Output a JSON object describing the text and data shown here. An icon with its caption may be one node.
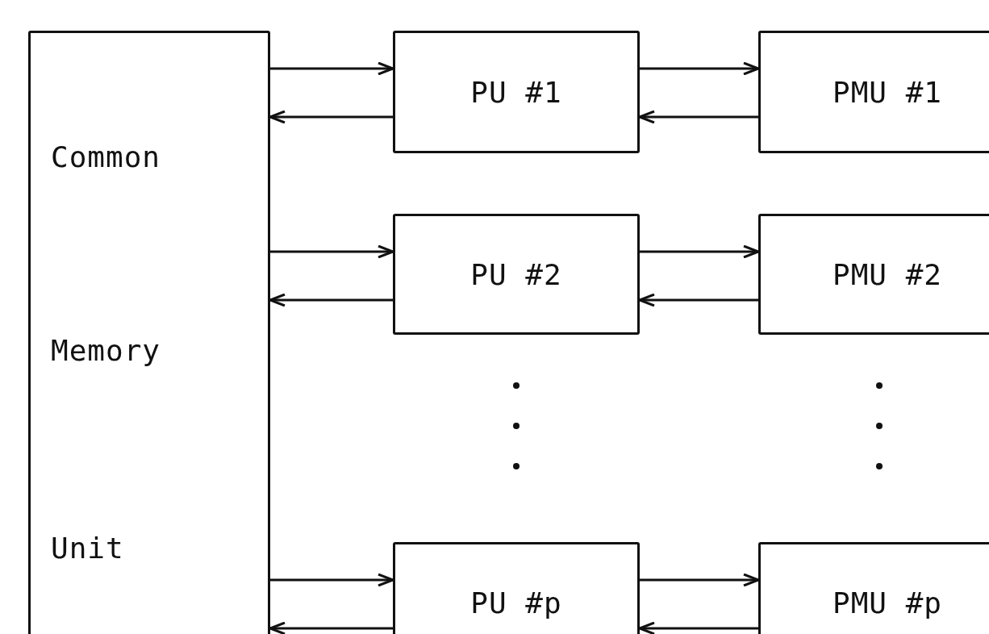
{
  "diagram": {
    "nodes": [
      {
        "text": [
          "Common",
          "Memory",
          "Unit"
        ]
      },
      {
        "text": [
          "PU #1"
        ]
      },
      {
        "text": [
          "PMU #1"
        ]
      },
      {
        "text": [
          "PU #2"
        ]
      },
      {
        "text": [
          "PMU #2"
        ]
      },
      {
        "text": [
          "PU #p"
        ]
      },
      {
        "text": [
          "PMU #p"
        ]
      }
    ],
    "edges": [
      {
        "from": 0,
        "to": 1,
        "arrow": "to"
      },
      {
        "from": 1,
        "to": 0,
        "arrow": "to"
      },
      {
        "from": 1,
        "to": 2,
        "arrow": "to"
      },
      {
        "from": 2,
        "to": 1,
        "arrow": "to"
      },
      {
        "from": 0,
        "to": 3,
        "arrow": "to"
      },
      {
        "from": 3,
        "to": 0,
        "arrow": "to"
      },
      {
        "from": 3,
        "to": 4,
        "arrow": "to"
      },
      {
        "from": 4,
        "to": 3,
        "arrow": "to"
      },
      {
        "from": 0,
        "to": 5,
        "arrow": "to"
      },
      {
        "from": 5,
        "to": 0,
        "arrow": "to"
      },
      {
        "from": 5,
        "to": 6,
        "arrow": "to"
      },
      {
        "from": 6,
        "to": 5,
        "arrow": "to"
      }
    ]
  }
}
